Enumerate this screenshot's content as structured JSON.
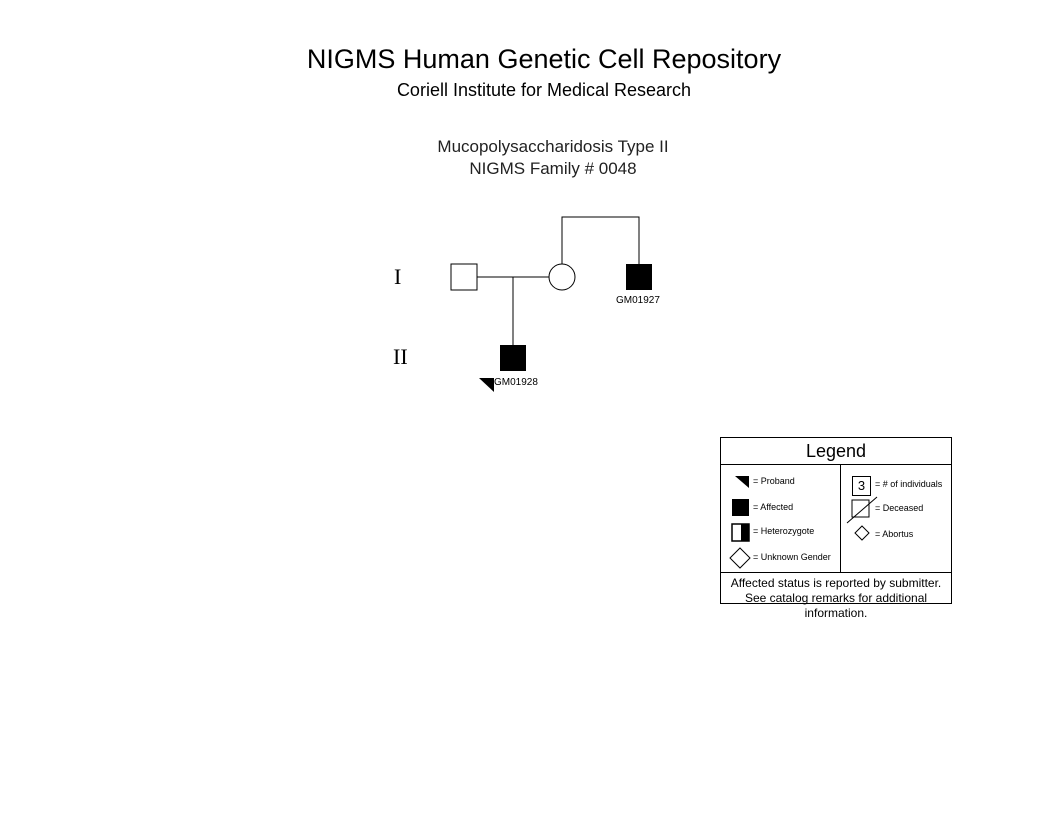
{
  "header": {
    "title": "NIGMS Human Genetic Cell Repository",
    "subtitle": "Coriell Institute for Medical Research"
  },
  "diagram": {
    "title_line1": "Mucopolysaccharidosis Type II",
    "title_line2": "NIGMS Family # 0048",
    "generations": [
      "I",
      "II"
    ],
    "individuals": [
      {
        "generation": "I",
        "sex": "male",
        "affected": false
      },
      {
        "generation": "I",
        "sex": "female",
        "affected": false
      },
      {
        "generation": "I",
        "sex": "male",
        "affected": true,
        "id": "GM01927"
      },
      {
        "generation": "II",
        "sex": "male",
        "affected": true,
        "proband": true,
        "id": "GM01928"
      }
    ]
  },
  "legend": {
    "title": "Legend",
    "left_items": [
      {
        "icon": "proband-arrow-icon",
        "label": "= Proband"
      },
      {
        "icon": "affected-square-icon",
        "label": "= Affected"
      },
      {
        "icon": "heterozygote-square-icon",
        "label": "= Heterozygote"
      },
      {
        "icon": "unknown-gender-diamond-icon",
        "label": "= Unknown Gender"
      }
    ],
    "right_items": [
      {
        "icon": "number-box-icon",
        "box_text": "3",
        "label": "= # of individuals"
      },
      {
        "icon": "deceased-square-icon",
        "label": "= Deceased"
      },
      {
        "icon": "abortus-diamond-icon",
        "label": "= Abortus"
      }
    ],
    "note": "Affected status is reported by submitter. See catalog remarks for additional information."
  }
}
